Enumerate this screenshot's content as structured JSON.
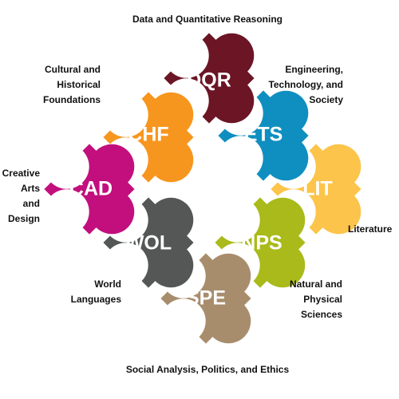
{
  "pieces": [
    {
      "id": "dqr",
      "abbr": "DQR",
      "color": "#6B1525",
      "caption": [
        "Data and Quantitative Reasoning"
      ]
    },
    {
      "id": "chf",
      "abbr": "CHF",
      "color": "#F7961E",
      "caption": [
        "Cultural and",
        "Historical",
        "Foundations"
      ]
    },
    {
      "id": "ets",
      "abbr": "ETS",
      "color": "#0F8FC0",
      "caption": [
        "Engineering,",
        "Technology, and",
        "Society"
      ]
    },
    {
      "id": "cad",
      "abbr": "CAD",
      "color": "#C20F7D",
      "caption": [
        "Creative",
        "Arts",
        "and",
        "Design"
      ]
    },
    {
      "id": "lit",
      "abbr": "LIT",
      "color": "#FCC44A",
      "caption": [
        "Literature"
      ]
    },
    {
      "id": "wol",
      "abbr": "WOL",
      "color": "#555757",
      "caption": [
        "World",
        "Languages"
      ]
    },
    {
      "id": "nps",
      "abbr": "NPS",
      "color": "#A9BA1A",
      "caption": [
        "Natural and",
        "Physical",
        "Sciences"
      ]
    },
    {
      "id": "spe",
      "abbr": "SPE",
      "color": "#A88D6D",
      "caption": [
        "Social Analysis, Politics, and Ethics"
      ]
    }
  ]
}
